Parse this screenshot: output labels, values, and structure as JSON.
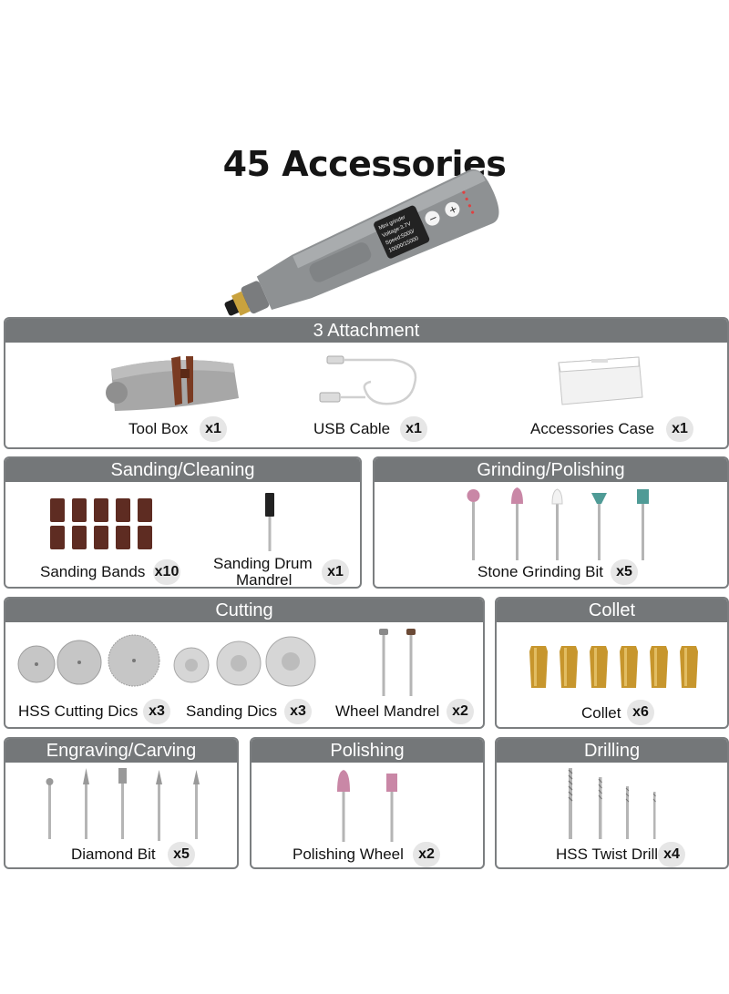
{
  "title": "45 Accessories",
  "tool": {
    "screen_lines": [
      "Mini grinder",
      "Voltage:3.7V",
      "Speed:5000/",
      "10000/15000"
    ],
    "minus": "−",
    "plus": "+"
  },
  "sections": {
    "attachment": {
      "header": "3 Attachment",
      "items": [
        {
          "label": "Tool Box",
          "qty": "x1"
        },
        {
          "label": "USB Cable",
          "qty": "x1"
        },
        {
          "label": "Accessories Case",
          "qty": "x1"
        }
      ]
    },
    "sanding": {
      "header": "Sanding/Cleaning",
      "items": [
        {
          "label": "Sanding Bands",
          "qty": "x10"
        },
        {
          "label_line1": "Sanding Drum",
          "label_line2": "Mandrel",
          "qty": "x1"
        }
      ]
    },
    "grinding": {
      "header": "Grinding/Polishing",
      "items": [
        {
          "label": "Stone Grinding Bit",
          "qty": "x5"
        }
      ]
    },
    "cutting": {
      "header": "Cutting",
      "items": [
        {
          "label": "HSS Cutting Dics",
          "qty": "x3"
        },
        {
          "label": "Sanding Dics",
          "qty": "x3"
        },
        {
          "label": "Wheel Mandrel",
          "qty": "x2"
        }
      ]
    },
    "collet": {
      "header": "Collet",
      "items": [
        {
          "label": "Collet",
          "qty": "x6"
        }
      ]
    },
    "engraving": {
      "header": "Engraving/Carving",
      "items": [
        {
          "label": "Diamond Bit",
          "qty": "x5"
        }
      ]
    },
    "polishing": {
      "header": "Polishing",
      "items": [
        {
          "label": "Polishing Wheel",
          "qty": "x2"
        }
      ]
    },
    "drilling": {
      "header": "Drilling",
      "items": [
        {
          "label": "HSS Twist Drill",
          "qty": "x4"
        }
      ]
    }
  }
}
